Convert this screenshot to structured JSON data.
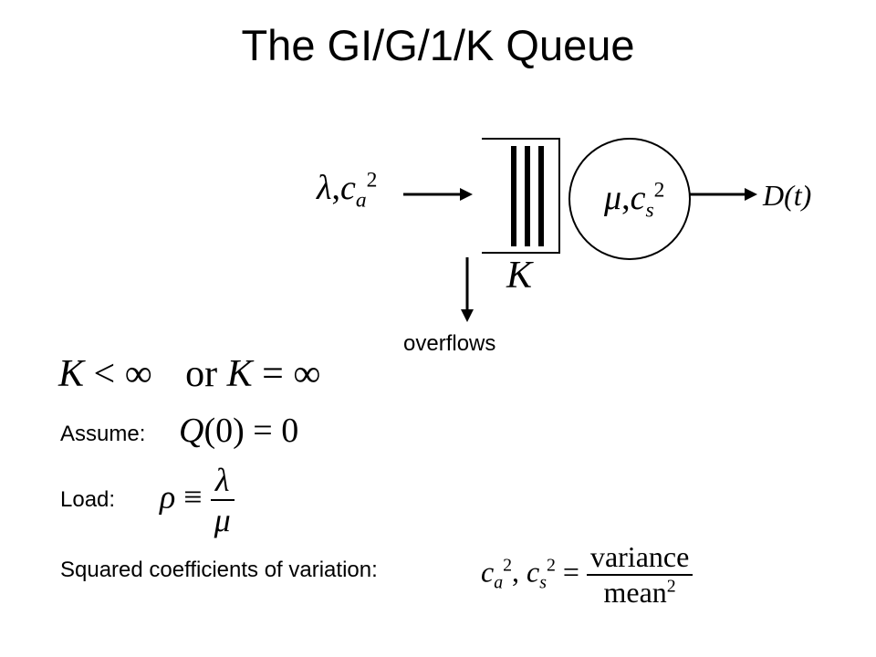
{
  "slide": {
    "title": "The GI/G/1/K Queue"
  },
  "diagram": {
    "arrival": {
      "rate": "λ",
      "sep": ",",
      "cv_base": "c",
      "cv_sub": "a",
      "cv_pow": "2"
    },
    "service": {
      "rate": "μ",
      "sep": ",",
      "cv_base": "c",
      "cv_sub": "s",
      "cv_pow": "2"
    },
    "departure": "D(t)",
    "capacity": "K",
    "overflow_label": "overflows"
  },
  "statements": {
    "capacity_options": {
      "lhs1": "K",
      "op1": "<",
      "rhs1": "∞",
      "or": "or",
      "lhs2": "K",
      "op2": "=",
      "rhs2": "∞"
    },
    "assume": {
      "label": "Assume:",
      "lhs": "Q",
      "arg": "(0)",
      "op": "=",
      "rhs": "0"
    },
    "load": {
      "label": "Load:",
      "lhs": "ρ",
      "op": "≡",
      "num": "λ",
      "den": "μ"
    },
    "scv": {
      "label": "Squared coefficients of variation:",
      "c": "c",
      "sub_a": "a",
      "sub_s": "s",
      "pow": "2",
      "sep": ",",
      "op": "=",
      "num": "variance",
      "den_base": "mean",
      "den_pow": "2"
    }
  }
}
